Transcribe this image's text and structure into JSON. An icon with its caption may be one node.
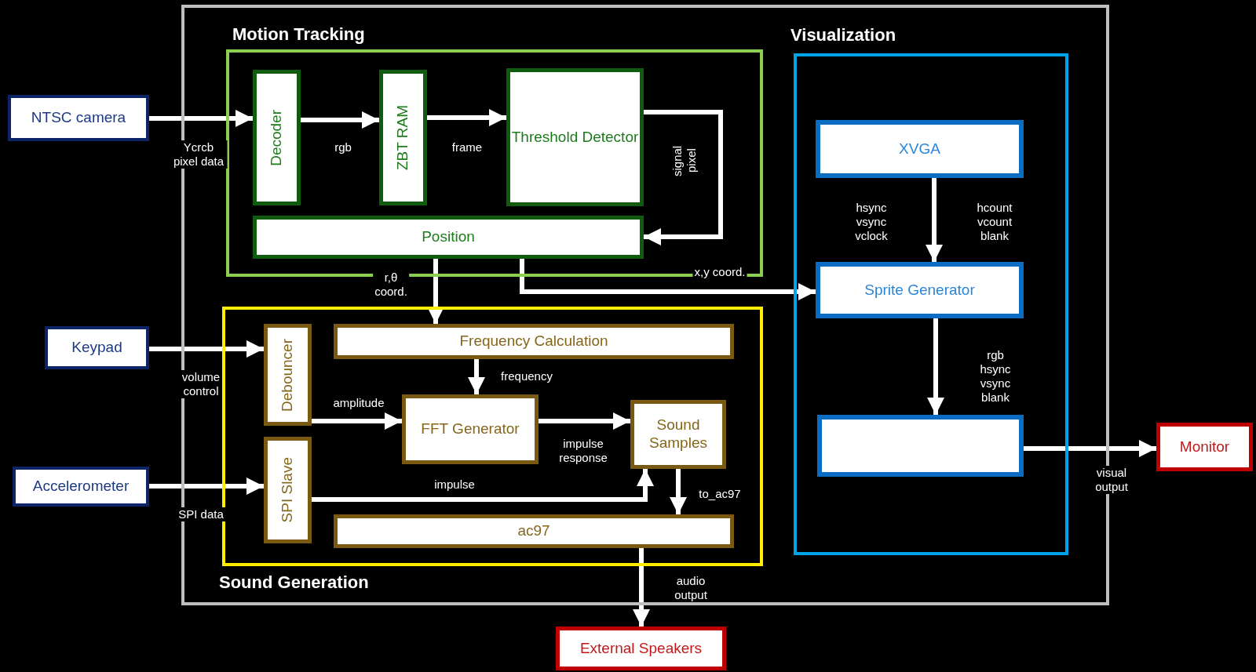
{
  "diagram": {
    "nodes": [
      {
        "text": [],
        "shape": "box"
      },
      {
        "text": [
          "Motion Tracking"
        ],
        "in": 0
      },
      {
        "text": [
          "Decoder"
        ],
        "in": 1
      },
      {
        "text": [
          "ZBT RAM"
        ],
        "in": 1
      },
      {
        "text": [
          "Threshold Detector"
        ],
        "in": 1
      },
      {
        "text": [
          "Position"
        ],
        "in": 1
      },
      {
        "text": [
          "Visualization"
        ],
        "in": 0
      },
      {
        "text": [
          "XVGA"
        ],
        "in": 6
      },
      {
        "text": [
          "Sprite Generator"
        ],
        "in": 6
      },
      {
        "text": [],
        "shape": "box",
        "in": 6
      },
      {
        "text": [
          "Sound Generation"
        ],
        "in": 0
      },
      {
        "text": [
          "Debouncer"
        ],
        "in": 10
      },
      {
        "text": [
          "SPI Slave"
        ],
        "in": 10
      },
      {
        "text": [
          "Frequency Calculation"
        ],
        "in": 10
      },
      {
        "text": [
          "FFT Generator"
        ],
        "in": 10
      },
      {
        "text": [
          "Sound Samples"
        ],
        "in": 10
      },
      {
        "text": [
          "ac97"
        ],
        "in": 10
      },
      {
        "text": [
          "NTSC camera"
        ]
      },
      {
        "text": [
          "Keypad"
        ]
      },
      {
        "text": [
          "Accelerometer"
        ]
      },
      {
        "text": [
          "Monitor"
        ]
      },
      {
        "text": [
          "External Speakers"
        ]
      }
    ],
    "edges": [
      {
        "from": 17,
        "to": 2,
        "arrow": "to",
        "label": "Ycrcb pixel data"
      },
      {
        "from": 2,
        "to": 3,
        "arrow": "to",
        "label": "rgb"
      },
      {
        "from": 3,
        "to": 4,
        "arrow": "to",
        "label": "frame"
      },
      {
        "from": 4,
        "to": 5,
        "arrow": "to",
        "label": "signal pixel"
      },
      {
        "from": 5,
        "to": 13,
        "arrow": "to",
        "label": "r,θ coord."
      },
      {
        "from": 5,
        "to": 8,
        "arrow": "to",
        "label": "x,y coord."
      },
      {
        "from": 7,
        "to": 8,
        "arrow": "to",
        "label": "hsync vsync vclock"
      },
      {
        "from": 8,
        "to": 9,
        "arrow": "to",
        "label": "rgb hsync vsync blank"
      },
      {
        "from": 9,
        "to": 20,
        "arrow": "to",
        "label": "visual output"
      },
      {
        "from": 18,
        "to": 11,
        "arrow": "to",
        "label": "volume control"
      },
      {
        "from": 19,
        "to": 12,
        "arrow": "to",
        "label": "SPI data"
      },
      {
        "from": 13,
        "to": 14,
        "arrow": "to",
        "label": "frequency"
      },
      {
        "from": 11,
        "to": 14,
        "arrow": "to",
        "label": "amplitude"
      },
      {
        "from": 14,
        "to": 15,
        "arrow": "to",
        "label": "impulse response"
      },
      {
        "from": 12,
        "to": 15,
        "arrow": "to",
        "label": "impulse"
      },
      {
        "from": 15,
        "to": 16,
        "arrow": "to",
        "label": "to_ac97"
      },
      {
        "from": 16,
        "to": 21,
        "arrow": "to",
        "label": "audio output"
      }
    ],
    "labels": [
      "hcount vcount blank"
    ]
  }
}
